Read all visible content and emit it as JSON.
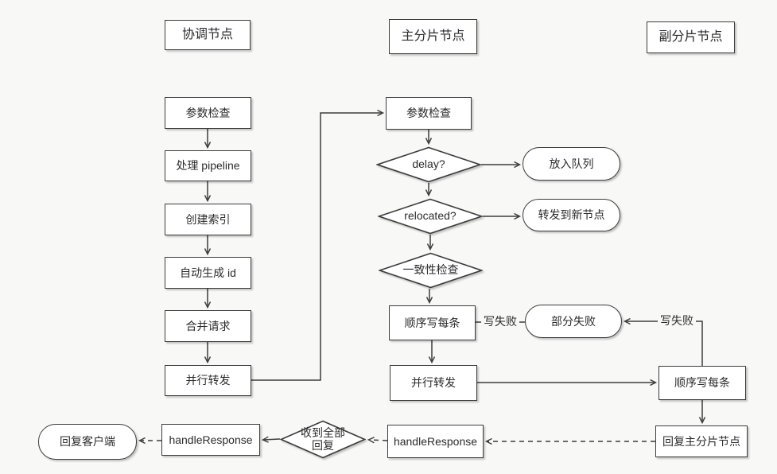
{
  "lanes": {
    "coordinator": "协调节点",
    "primary": "主分片节点",
    "replica": "副分片节点"
  },
  "coordinator": {
    "param_check": "参数检查",
    "pipeline": "处理 pipeline",
    "create_index": "创建索引",
    "auto_id": "自动生成 id",
    "merge_request": "合并请求",
    "parallel_forward": "并行转发",
    "handle_response": "handleResponse",
    "all_replies_line1": "收到全部",
    "all_replies_line2": "回复",
    "reply_client": "回复客户端"
  },
  "primary": {
    "param_check": "参数检查",
    "delay": "delay?",
    "enqueue": "放入队列",
    "relocated": "relocated?",
    "forward_new_node": "转发到新节点",
    "consistency_check": "一致性检查",
    "write_each": "顺序写每条",
    "partial_failure": "部分失败",
    "parallel_forward": "并行转发",
    "handle_response": "handleResponse"
  },
  "replica": {
    "write_each": "顺序写每条",
    "reply_primary": "回复主分片节点"
  },
  "edge_labels": {
    "write_fail_primary": "写失败",
    "write_fail_replica": "写失败"
  },
  "colors": {
    "stroke": "#3c3c3c",
    "shape_fill": "#ffffff",
    "background": "#f8f8f6"
  }
}
